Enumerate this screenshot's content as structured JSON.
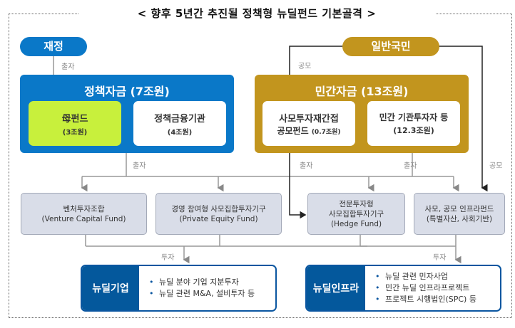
{
  "title": "< 향후 5년간 추진될 정책형 뉴딜펀드 기본골격 >",
  "sources": {
    "fiscal": "재정",
    "public": "일반국민"
  },
  "labels": {
    "invest_out": "출자",
    "public_offer": "공모",
    "investment": "투자"
  },
  "policy_fund": {
    "title": "정책자금 (7조원)",
    "items": [
      {
        "name": "母펀드",
        "amount": "(3조원)"
      },
      {
        "name": "정책금융기관",
        "amount": "(4조원)"
      }
    ]
  },
  "private_fund": {
    "title": "민간자금 (13조원)",
    "items": [
      {
        "name": "사모투자재간접",
        "name2": "공모펀드",
        "amount": "(0.7조원)"
      },
      {
        "name": "민간 기관투자자 등",
        "amount": "(12.3조원)"
      }
    ]
  },
  "vehicles": [
    {
      "line1": "벤처투자조합",
      "line2": "(Venture Capital Fund)"
    },
    {
      "line1": "경영 참여형 사모집합투자기구",
      "line2": "(Private Equity Fund)"
    },
    {
      "line1": "전문투자형",
      "line2": "사모집합투자기구",
      "line3": "(Hedge Fund)"
    },
    {
      "line1": "사모, 공모 인프라펀드",
      "line2": "(특별자산, 사회기반)"
    }
  ],
  "destinations": [
    {
      "title": "뉴딜기업",
      "bullets": [
        "뉴딜 분야 기업 지분투자",
        "뉴딜 관련 M&A, 설비투자 등"
      ]
    },
    {
      "title": "뉴딜인프라",
      "bullets": [
        "뉴딜 관련 민자사업",
        "민간 뉴딜 인프라프로젝트",
        "프로젝트 시행법인(SPC) 등"
      ]
    }
  ],
  "colors": {
    "policy_blue": "#0a78c8",
    "private_gold": "#c2951e",
    "mother_fund_green": "#c8f03c",
    "fund_box": "#d9dde8",
    "dest_navy": "#04589c"
  }
}
